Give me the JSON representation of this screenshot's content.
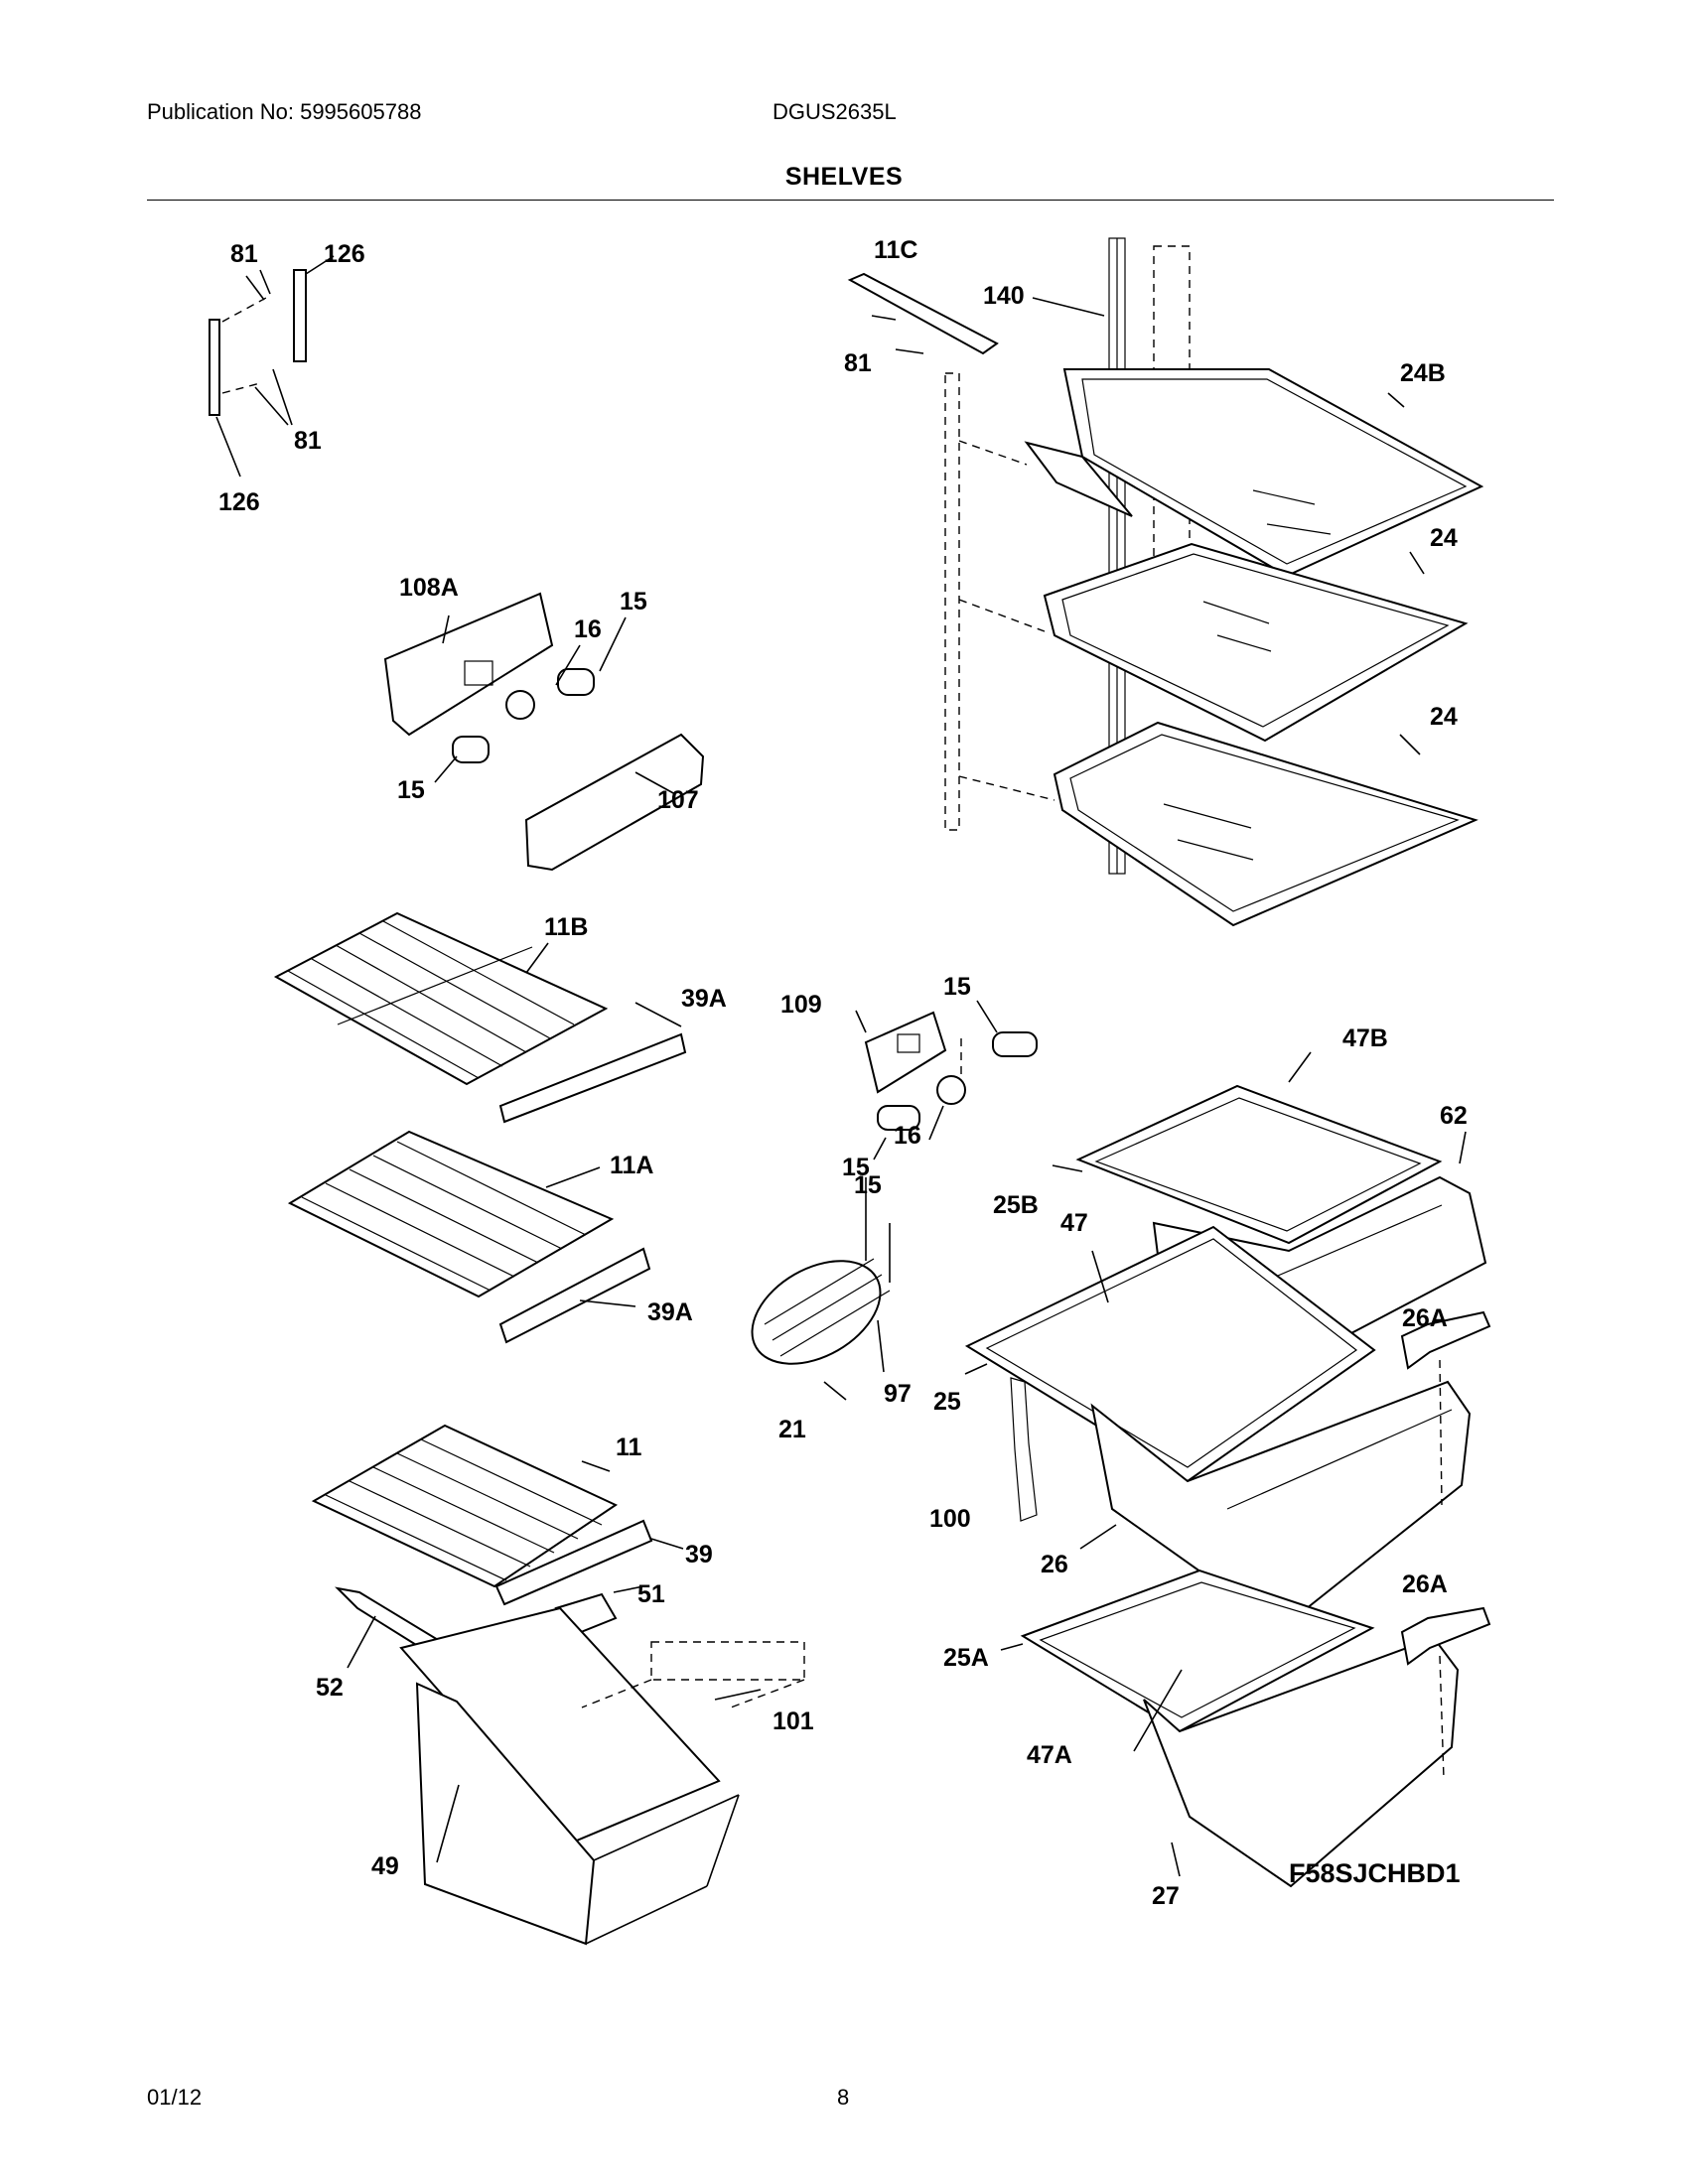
{
  "header": {
    "publication": "Publication No: 5995605788",
    "model": "DGUS2635L",
    "section_title": "SHELVES"
  },
  "diagram": {
    "figure_code": "F58SJCHBD1",
    "callouts": {
      "c81a": "81",
      "c126a": "126",
      "c81b": "81",
      "c126b": "126",
      "c11C": "11C",
      "c140": "140",
      "c81c": "81",
      "c24B": "24B",
      "c24a": "24",
      "c24b": "24",
      "c108A": "108A",
      "c16a": "16",
      "c15a": "15",
      "c15b": "15",
      "c107": "107",
      "c11B": "11B",
      "c39Aa": "39A",
      "c109": "109",
      "c15c": "15",
      "c47B": "47B",
      "c62": "62",
      "c15d": "15",
      "c16b": "16",
      "c11A": "11A",
      "c15e": "15",
      "c25B": "25B",
      "c47": "47",
      "c26Aa": "26A",
      "c39Ab": "39A",
      "c97": "97",
      "c25": "25",
      "c21": "21",
      "c11": "11",
      "c100": "100",
      "c39": "39",
      "c26": "26",
      "c26Ab": "26A",
      "c51": "51",
      "c25A": "25A",
      "c52": "52",
      "c101": "101",
      "c47A": "47A",
      "c49": "49",
      "c27": "27"
    }
  },
  "footer": {
    "date": "01/12",
    "page": "8"
  }
}
